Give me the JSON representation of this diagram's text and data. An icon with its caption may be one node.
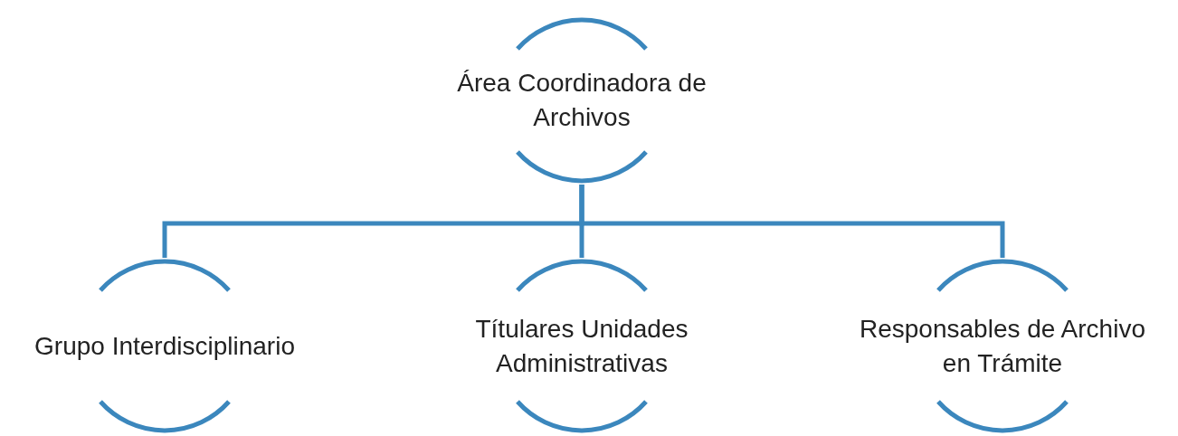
{
  "diagram": {
    "nodes": [
      {
        "text": [
          "Área Coordinadora de Archivos"
        ]
      },
      {
        "text": [
          "Grupo Interdisciplinario"
        ]
      },
      {
        "text": [
          "Títulares Unidades Administrativas"
        ]
      },
      {
        "text": [
          "Responsables de Archivo en Trámite"
        ]
      }
    ],
    "edges": [
      {
        "from": 0,
        "to": 1,
        "arrow": "none"
      },
      {
        "from": 0,
        "to": 2,
        "arrow": "none"
      },
      {
        "from": 0,
        "to": 3,
        "arrow": "none"
      }
    ]
  }
}
